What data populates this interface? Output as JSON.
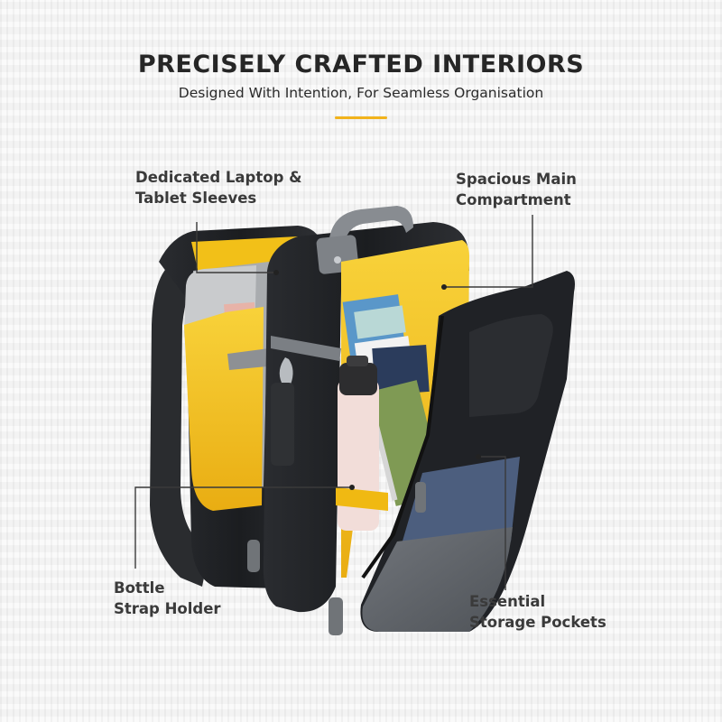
{
  "header": {
    "title": "PRECISELY CRAFTED INTERIORS",
    "subtitle": "Designed With Intention, For Seamless Organisation"
  },
  "callouts": {
    "laptop_sleeves": {
      "line1": "Dedicated Laptop &",
      "line2": "Tablet Sleeves"
    },
    "main_compartment": {
      "line1": "Spacious Main",
      "line2": "Compartment"
    },
    "bottle_holder": {
      "line1": "Bottle",
      "line2": "Strap Holder"
    },
    "storage_pockets": {
      "line1": "Essential",
      "line2": "Storage Pockets"
    }
  },
  "colors": {
    "accent": "#f2b31c",
    "interior_yellow": "#f7c51e",
    "shell_black": "#1f2124",
    "panel_grey": "#5d6166",
    "denim_blue": "#4c5e7e",
    "text_dark": "#262626"
  }
}
